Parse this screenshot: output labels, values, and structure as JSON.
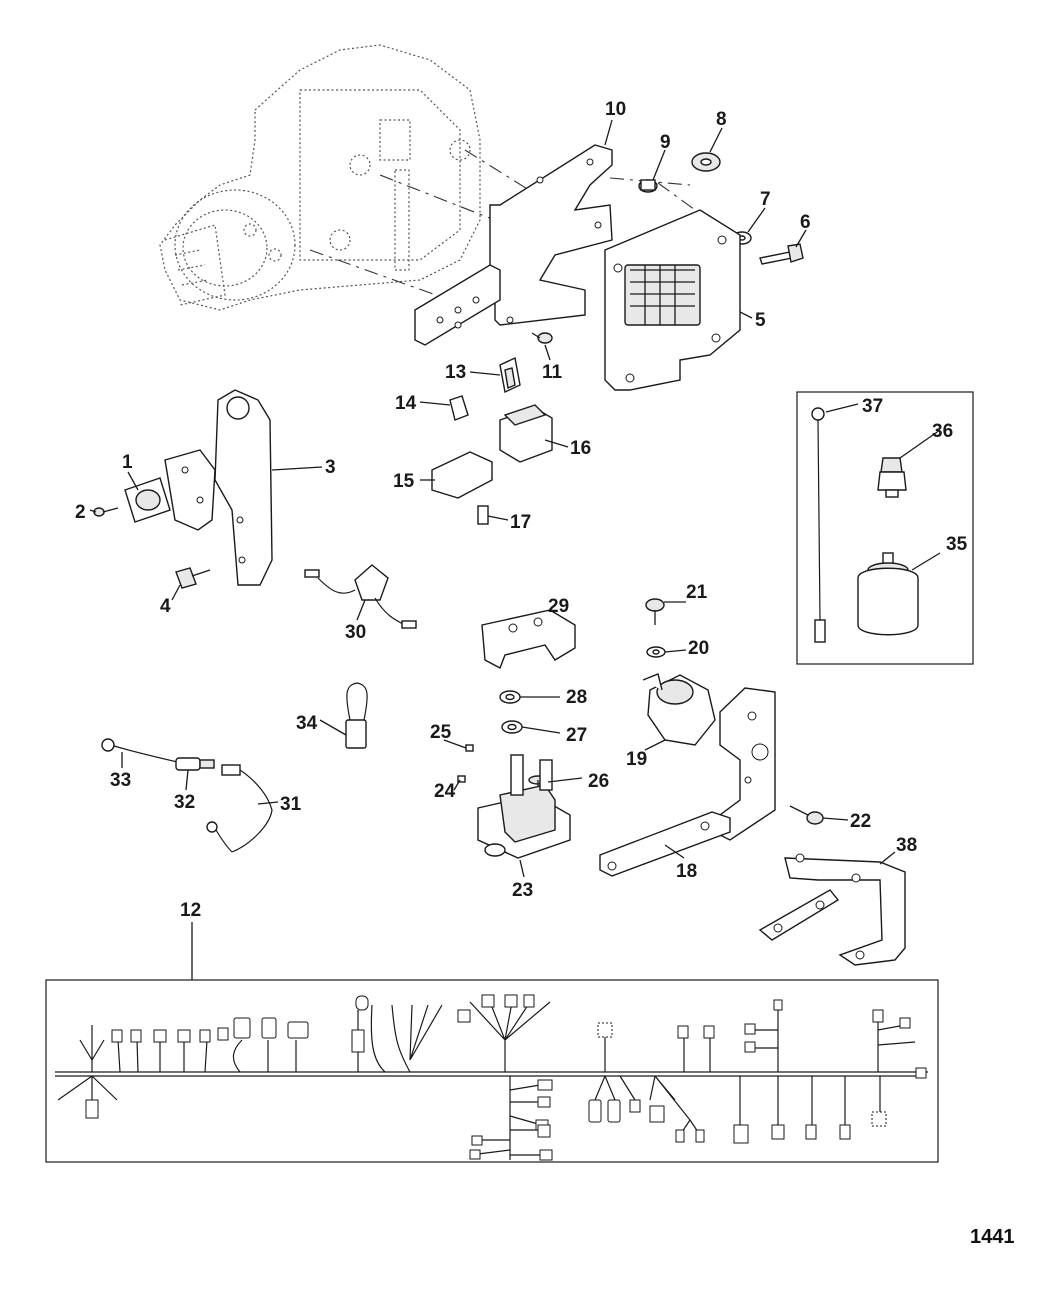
{
  "figure_number": "1441",
  "callouts": [
    "1",
    "2",
    "3",
    "4",
    "5",
    "6",
    "7",
    "8",
    "9",
    "10",
    "11",
    "12",
    "13",
    "14",
    "15",
    "16",
    "17",
    "18",
    "19",
    "20",
    "21",
    "22",
    "23",
    "24",
    "25",
    "26",
    "27",
    "28",
    "29",
    "30",
    "31",
    "32",
    "33",
    "34",
    "35",
    "36",
    "37",
    "38"
  ]
}
